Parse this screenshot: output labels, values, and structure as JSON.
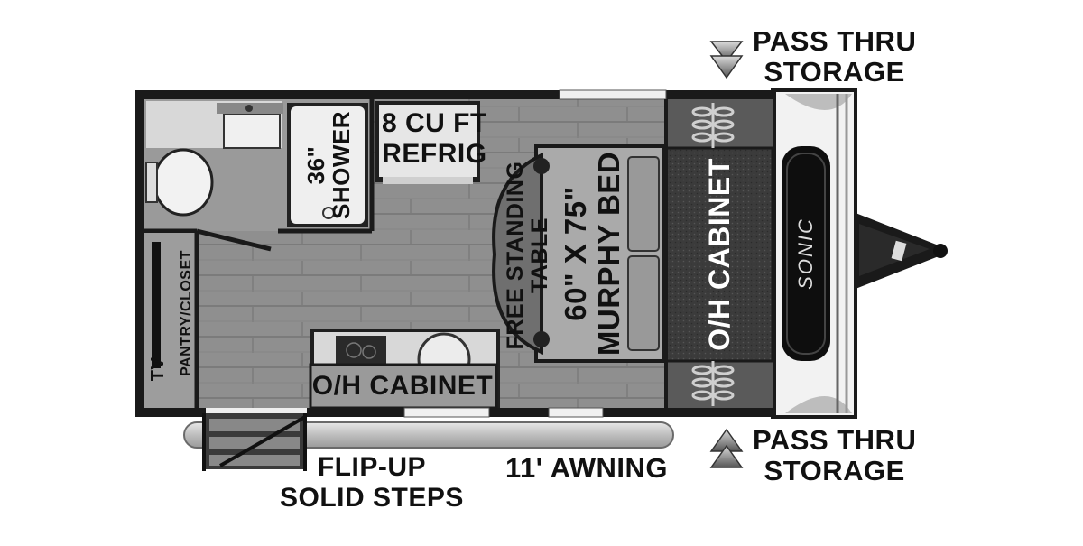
{
  "labels": {
    "pass_thru_top": [
      "PASS THRU",
      "STORAGE"
    ],
    "pass_thru_bottom": [
      "PASS THRU",
      "STORAGE"
    ],
    "refrig": [
      "8 CU FT",
      "REFRIG"
    ],
    "shower": [
      "36\"",
      "SHOWER"
    ],
    "table": [
      "FREE STANDING",
      "TABLE"
    ],
    "murphy_bed": [
      "60\" X 75\"",
      "MURPHY BED"
    ],
    "oh_cabinet_front": "O/H CABINET",
    "oh_cabinet_kitchen": "O/H CABINET",
    "pantry_closet": "PANTRY/CLOSET",
    "tv": "TV",
    "flip_up_steps": [
      "FLIP-UP",
      "SOLID STEPS"
    ],
    "awning": "11' AWNING",
    "brand_logo": "SONIC"
  },
  "colors": {
    "wall": "#1a1a1a",
    "floor": "#8d8d8d",
    "floor_line": "#7a7a7a",
    "fixture": "#e6e6e6",
    "cabinet": "#3a3a3a",
    "awning": "#c8c8c8"
  }
}
